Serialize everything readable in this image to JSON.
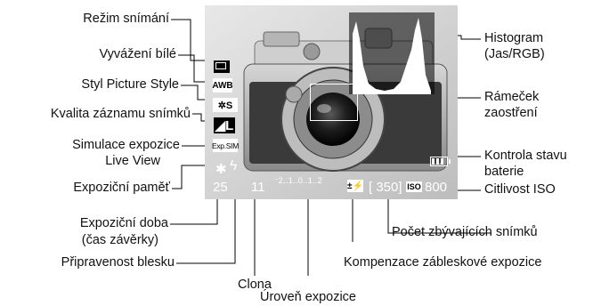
{
  "labels": {
    "drive_mode": "Režim snímání",
    "white_balance": "Vyvážení bílé",
    "picture_style": "Styl Picture Style",
    "quality": "Kvalita záznamu snímků",
    "exposure_sim_line1": "Simulace expozice",
    "exposure_sim_line2": "Live View",
    "ae_lock": "Expoziční paměť",
    "shutter_speed_line1": "Expoziční doba",
    "shutter_speed_line2": "(čas závěrky)",
    "flash_ready": "Připravenost blesku",
    "aperture": "Clona",
    "exposure_level": "Úroveň expozice",
    "histogram_line1": "Histogram",
    "histogram_line2": "(Jas/RGB)",
    "af_frame_line1": "Rámeček",
    "af_frame_line2": "zaostření",
    "battery_line1": "Kontrola stavu",
    "battery_line2": "baterie",
    "iso": "Citlivost ISO",
    "shots_remaining": "Počet zbývajících snímků",
    "flash_exposure_comp": "Kompenzace zábleskové expozice"
  },
  "screen": {
    "icons": {
      "drive": "single-shot-icon",
      "wb_text": "AWB",
      "style_text": "✲S",
      "quality_text": "◢L",
      "expsim_text": "Exp.SIM",
      "ael_text": "✱",
      "flash_text": "ϟ",
      "fec_text": "±⚡",
      "iso_badge": "ISO"
    },
    "shutter": "25",
    "aperture": "11",
    "scale": "⁻2‥1‥0‥1‥2",
    "shots": "[ 350]",
    "iso": "800"
  }
}
